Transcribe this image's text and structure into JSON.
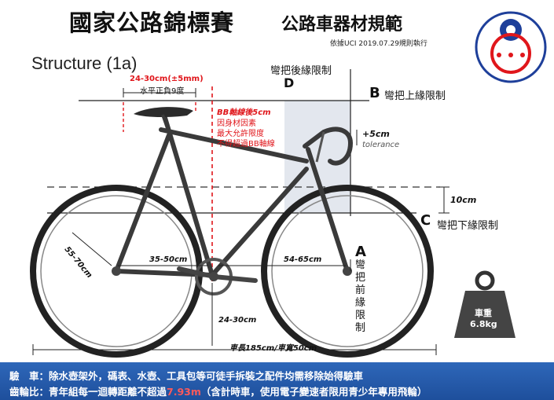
{
  "header": {
    "title": "國家公路錦標賽",
    "subtitle": "公路車器材規範",
    "basis": "依據UCI 2019.07.29規則執行"
  },
  "structure_label": "Structure (1a)",
  "labels": {
    "saddle_offset": "24-30cm(±5mm)",
    "saddle_tilt": "水平正負9度",
    "bb_rule": [
      "BB軸線後5cm",
      "因身材因素",
      "最大允許限度",
      "不得超過BB軸線"
    ],
    "d_title": "彎把後緣限制",
    "d_letter": "D",
    "b_letter": "B",
    "b_text": "彎把上緣限制",
    "tolerance_value": "+5cm",
    "tolerance_word": "tolerance",
    "ten_cm": "10cm",
    "c_letter": "C",
    "c_text": "彎把下緣限制",
    "a_letter": "A",
    "a_text": "彎把前緣限制",
    "wheel_size": "55-70cm",
    "chainstay": "35-50cm",
    "front_center": "54-65cm",
    "bb_height": "24-30cm",
    "length_width": "車長185cm/車寬50cm",
    "weight_title": "車重",
    "weight_value": "6.8kg"
  },
  "footer": {
    "line1": "驗　車：除水壺架外，碼表、水壺、工具包等可徒手拆裝之配件均需移除始得驗車",
    "line2_prefix": "齒輪比：青年組每一迴轉距離不超過",
    "line2_value": "7.93m",
    "line2_suffix": "（含計時車，使用電子變速者限用青少年專用飛輪）"
  },
  "colors": {
    "red": "#e0161b",
    "blue_band": "#1e4f9c",
    "frame": "#3a3a3a",
    "emblem_blue": "#1e3f9a"
  }
}
